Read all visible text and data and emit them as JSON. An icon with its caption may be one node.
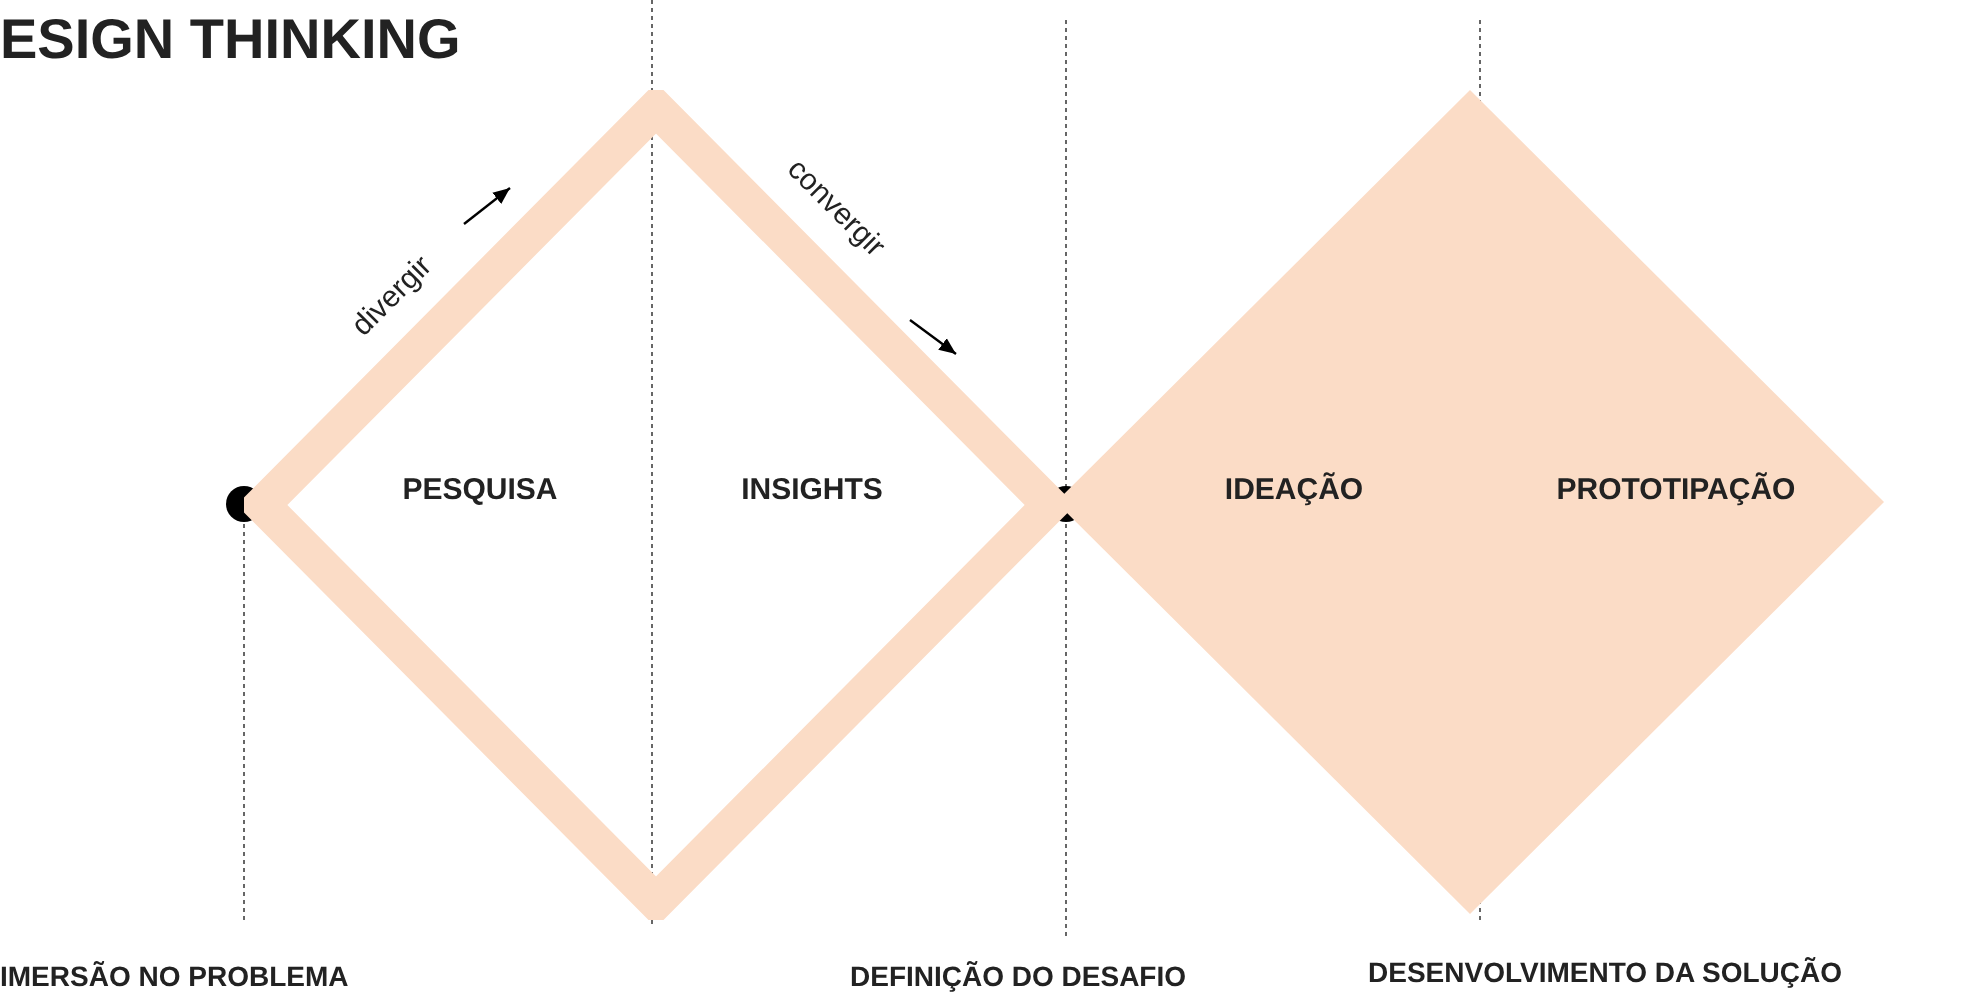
{
  "diagram": {
    "title": "ESIGN THINKING",
    "nodes": [
      {
        "text": [
          "PESQUISA",
          "INSIGHTS"
        ]
      },
      {
        "text": [
          "IDEAÇÃO",
          "PROTOTIPAÇÃO"
        ]
      }
    ],
    "edges": [],
    "labels": [
      "divergir",
      "convergir",
      "IMERSÃO NO PROBLEMA",
      "DEFINIÇÃO DO DESAFIO",
      "DESENVOLVIMENTO DA SOLUÇÃO"
    ]
  }
}
